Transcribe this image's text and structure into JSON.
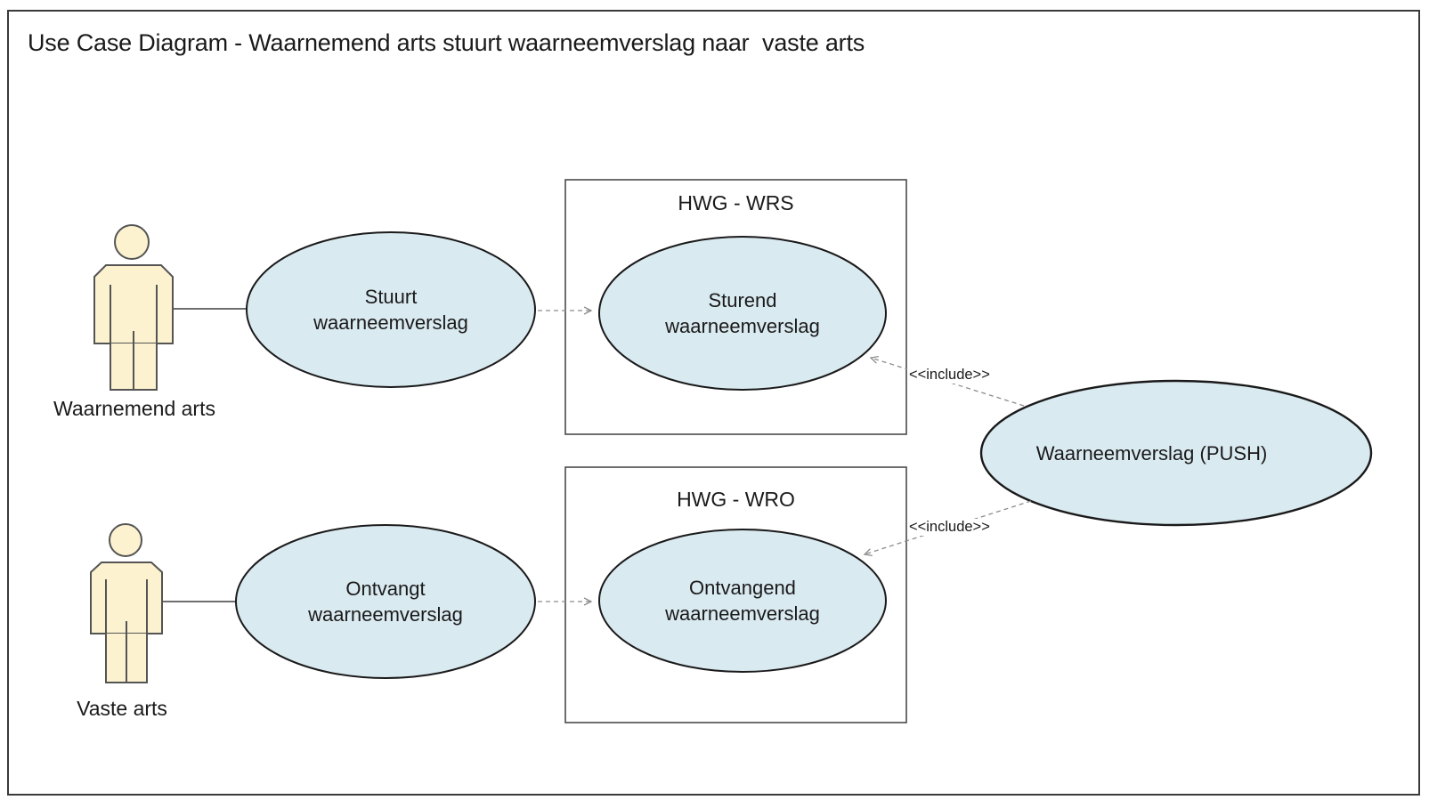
{
  "title": "Use Case Diagram - Waarnemend arts stuurt waarneemverslag naar  vaste arts",
  "actors": [
    {
      "label": "Waarnemend arts"
    },
    {
      "label": "Vaste arts"
    }
  ],
  "systems": [
    {
      "label": "HWG - WRS"
    },
    {
      "label": "HWG - WRO"
    }
  ],
  "use_cases": [
    {
      "label": "Stuurt\nwaarneemverslag"
    },
    {
      "label": "Sturend\nwaarneemverslag"
    },
    {
      "label": "Ontvangt\nwaarneemverslag"
    },
    {
      "label": "Ontvangend\nwaarneemverslag"
    },
    {
      "label": "Waarneemverslag (PUSH)"
    }
  ],
  "relations": [
    {
      "type": "association",
      "from": "Waarnemend arts",
      "to": "Stuurt waarneemverslag",
      "label": ""
    },
    {
      "type": "association",
      "from": "Vaste arts",
      "to": "Ontvangt waarneemverslag",
      "label": ""
    },
    {
      "type": "dependency",
      "from": "Stuurt waarneemverslag",
      "to": "Sturend waarneemverslag",
      "label": ""
    },
    {
      "type": "dependency",
      "from": "Ontvangt waarneemverslag",
      "to": "Ontvangend waarneemverslag",
      "label": ""
    },
    {
      "type": "include",
      "from": "Waarneemverslag (PUSH)",
      "to": "Sturend waarneemverslag",
      "label": "<<include>>"
    },
    {
      "type": "include",
      "from": "Waarneemverslag (PUSH)",
      "to": "Ontvangend waarneemverslag",
      "label": "<<include>>"
    }
  ],
  "colors": {
    "use_case_fill": "#daeaf1",
    "use_case_stroke": "#1a1a1a",
    "actor_fill": "#fcf2cf",
    "actor_stroke": "#545454",
    "system_box_stroke": "#4a4a4a",
    "frame_stroke": "#3a3a3a",
    "dashed_line": "#8c8c8c",
    "text": "#1a1a1a"
  }
}
